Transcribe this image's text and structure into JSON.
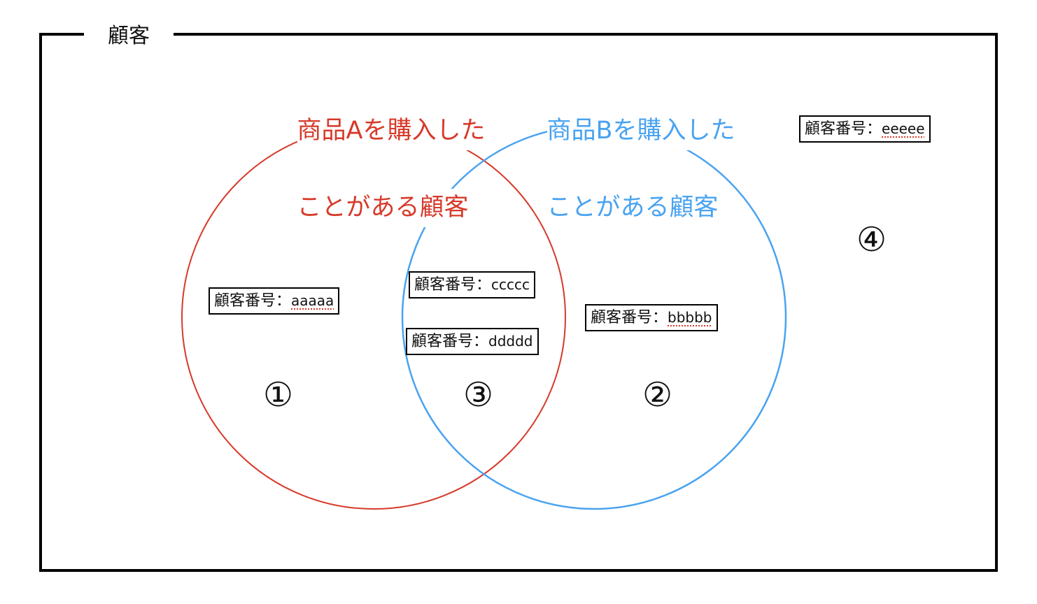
{
  "universe": {
    "title": "顧客"
  },
  "sets": [
    {
      "id": "A",
      "label_line1": "商品Aを購入した",
      "label_line2": "ことがある顧客",
      "color": "#d63a2a"
    },
    {
      "id": "B",
      "label_line1": "商品Bを購入した",
      "label_line2": "ことがある顧客",
      "color": "#4aa3f0"
    }
  ],
  "customers": [
    {
      "prefix": "顧客番号：",
      "id": "aaaaa",
      "region": "1"
    },
    {
      "prefix": "顧客番号：",
      "id": "ccccc",
      "region": "3"
    },
    {
      "prefix": "顧客番号：",
      "id": "ddddd",
      "region": "3"
    },
    {
      "prefix": "顧客番号：",
      "id": "bbbbb",
      "region": "2"
    },
    {
      "prefix": "顧客番号：",
      "id": "eeeee",
      "region": "4"
    }
  ],
  "regions": [
    {
      "label": "①",
      "meaning": "A only"
    },
    {
      "label": "②",
      "meaning": "B only"
    },
    {
      "label": "③",
      "meaning": "A and B"
    },
    {
      "label": "④",
      "meaning": "neither"
    }
  ]
}
